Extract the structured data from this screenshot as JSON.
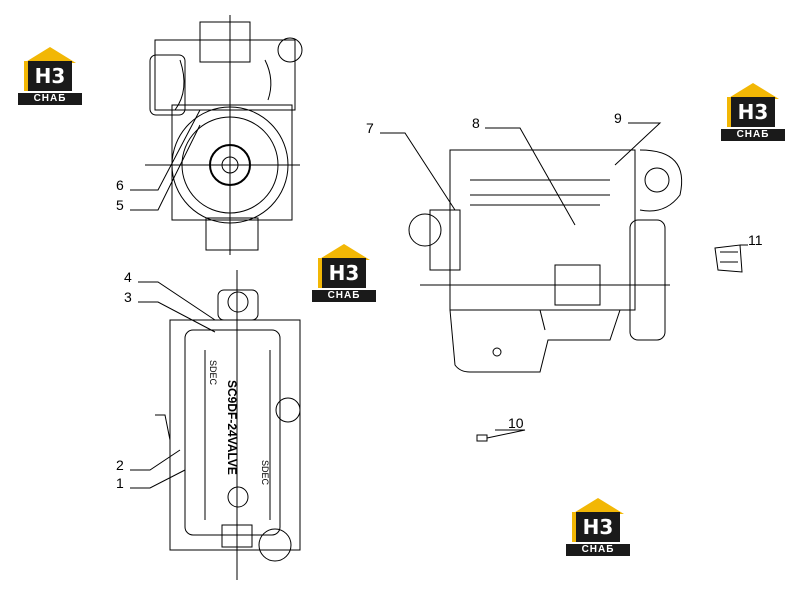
{
  "logo": {
    "mark": "H3",
    "caption": "СНАБ"
  },
  "labels": {
    "c1": "1",
    "c2": "2",
    "c3": "3",
    "c4": "4",
    "c5": "5",
    "c6": "6",
    "c7": "7",
    "c8": "8",
    "c9": "9",
    "c10": "10",
    "c11": "11"
  },
  "engine_text": {
    "model": "SC9DF-24VALVE",
    "badge_left": "SDEC",
    "badge_right": "SDEC"
  },
  "colors": {
    "line": "#000000",
    "logo_yellow": "#f2b705",
    "logo_dark": "#1a1a1a"
  }
}
